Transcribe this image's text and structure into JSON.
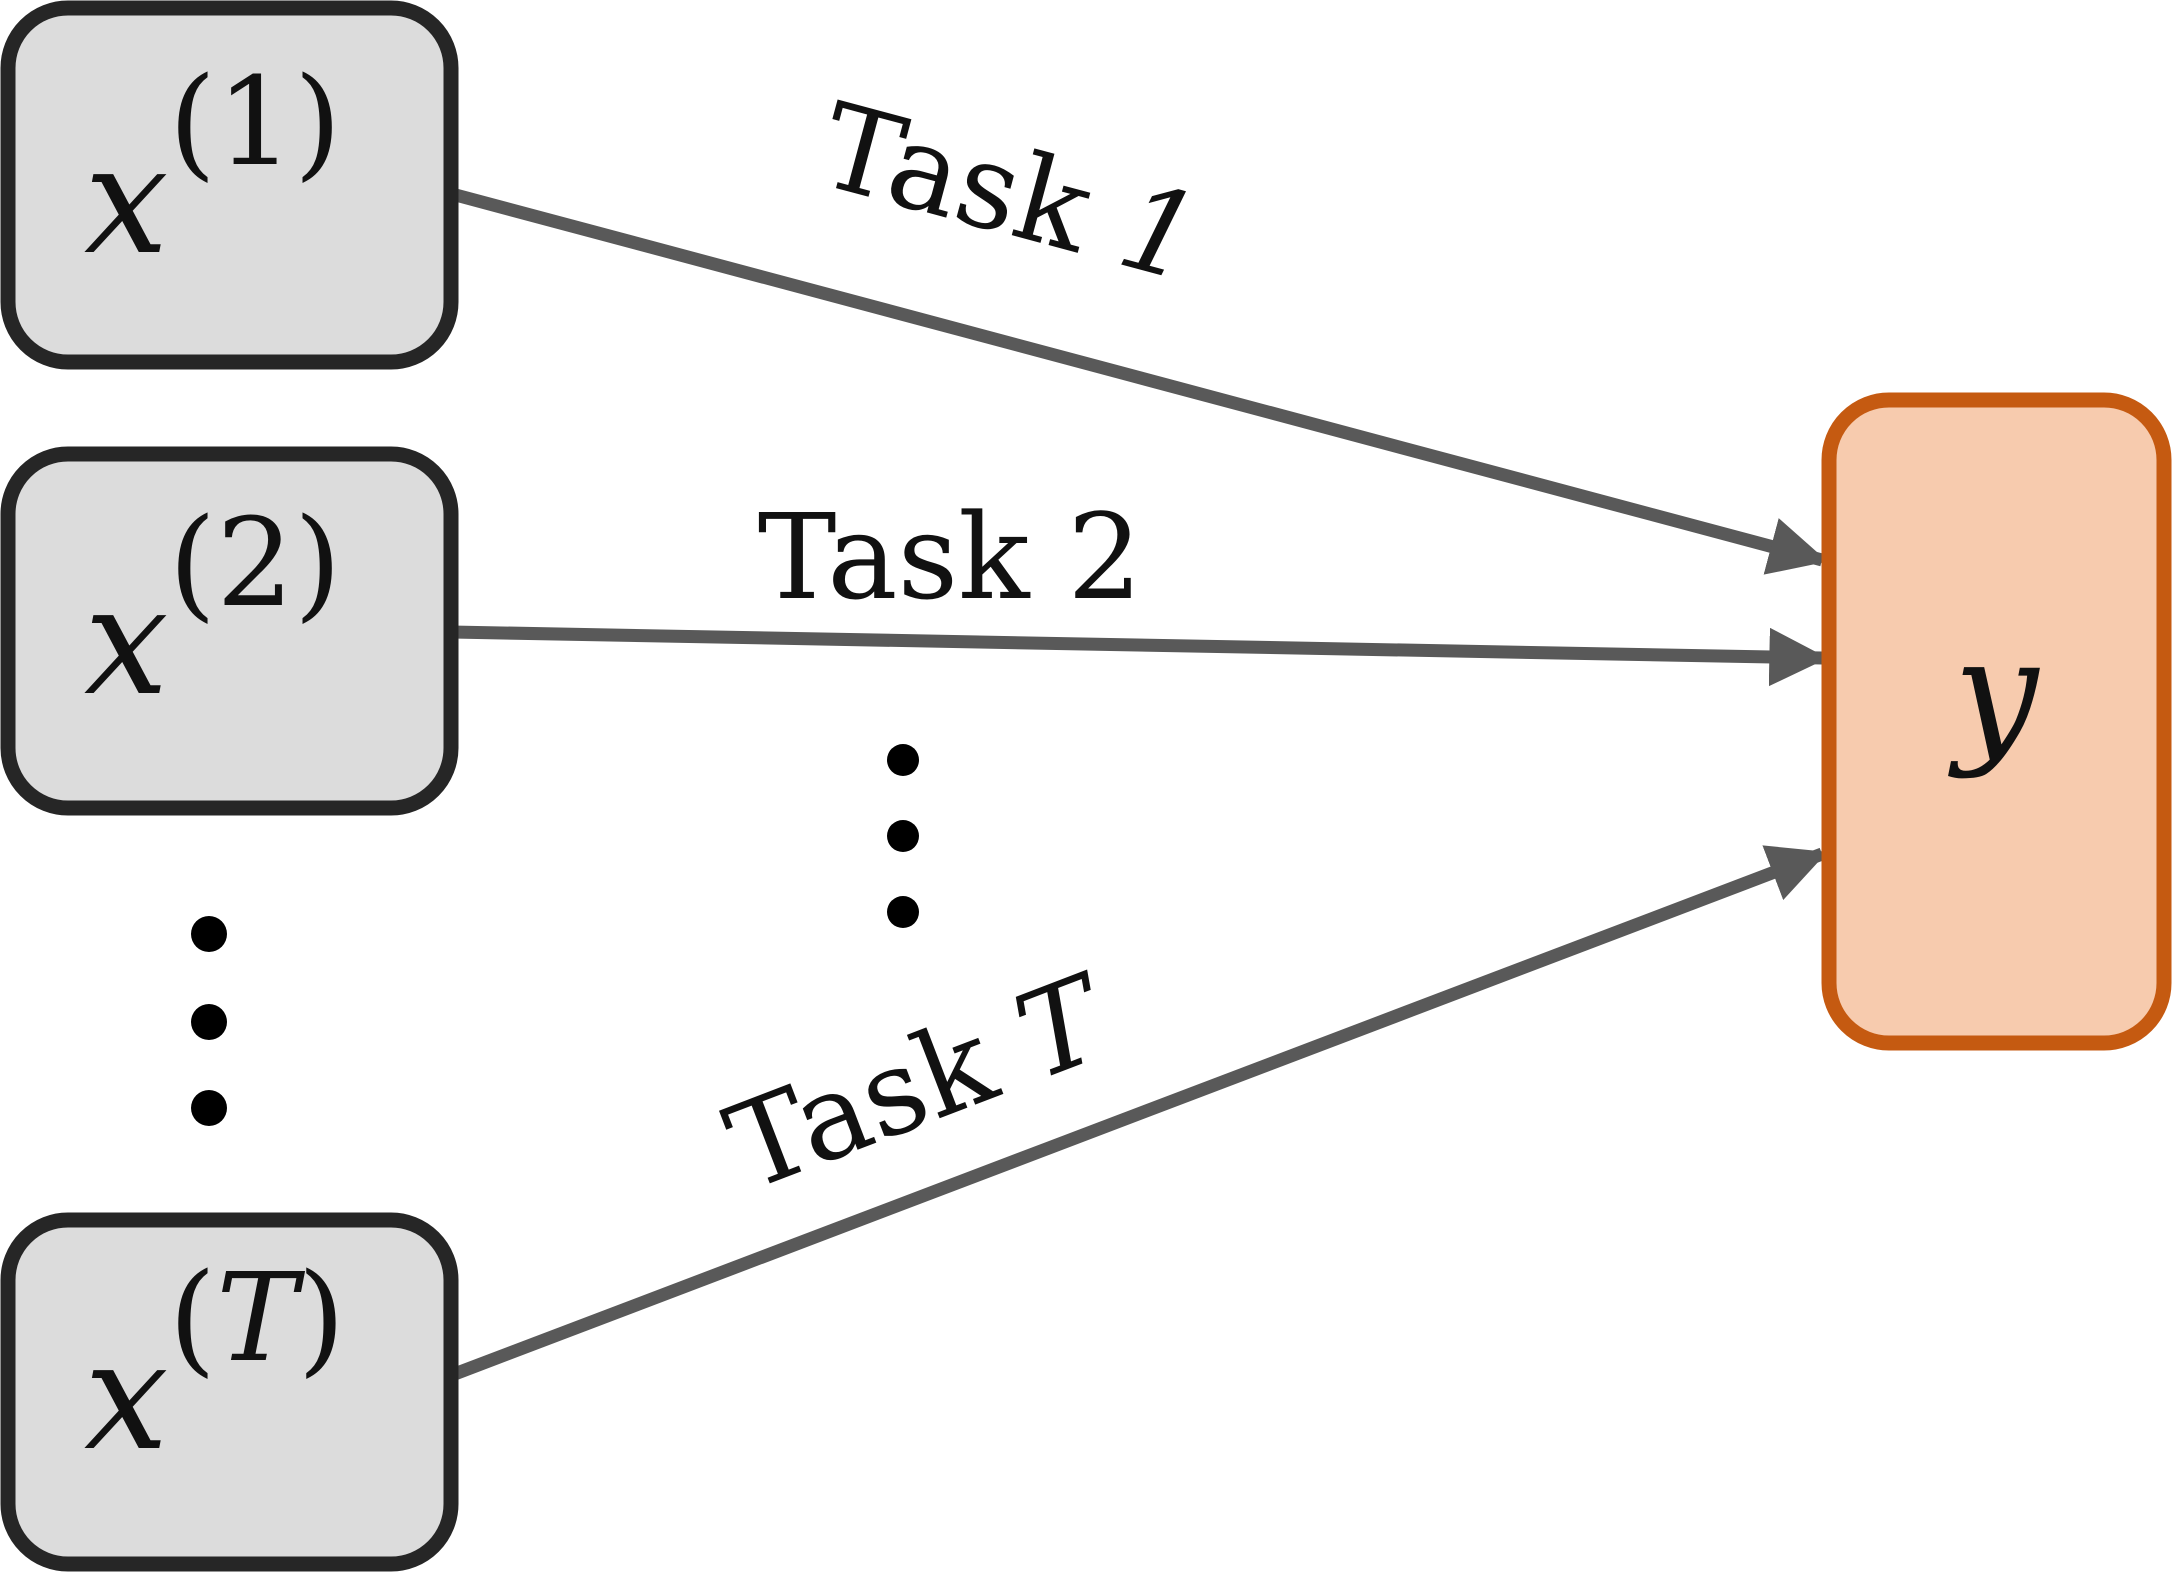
{
  "inputs": [
    {
      "var": "x",
      "sup": "(1)",
      "sup_var": "1"
    },
    {
      "var": "x",
      "sup": "(2)",
      "sup_var": "2"
    },
    {
      "var": "x",
      "sup": "(T)",
      "sup_var": "T"
    }
  ],
  "output": {
    "var": "y"
  },
  "edges": [
    {
      "label_prefix": "Task ",
      "label_index": "1"
    },
    {
      "label_prefix": "Task ",
      "label_index": "2"
    },
    {
      "label_prefix": "Task ",
      "label_index": "T"
    }
  ],
  "colors": {
    "input_fill": "#dcdcdc",
    "input_stroke": "#262626",
    "output_fill": "#f7cbae",
    "output_stroke": "#c55a11",
    "edge": "#595959",
    "text": "#111111"
  }
}
